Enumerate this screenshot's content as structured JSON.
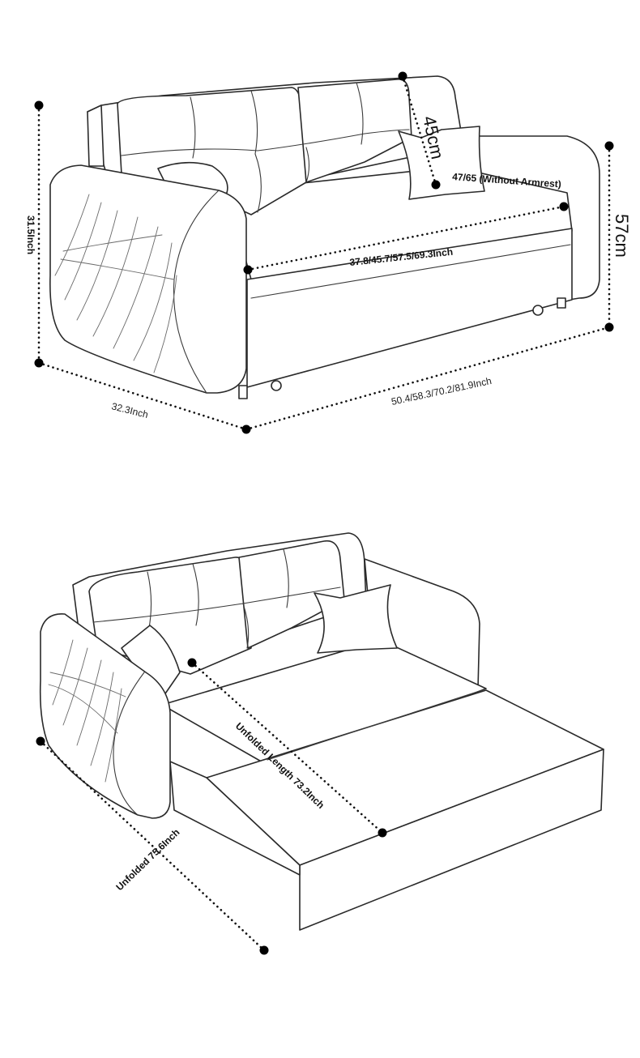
{
  "folded": {
    "height_total": "31.5Inch",
    "back_height": "45cm",
    "seat_depth": "47/65 (Without Armrest)",
    "seat_width": "37.8/45.7/57.5/69.3Inch",
    "seat_height": "57cm",
    "depth": "32.3Inch",
    "overall_width": "50.4/58.3/70.2/81.9Inch"
  },
  "unfolded": {
    "bed_length": "Unfolded Length 73.2Inch",
    "overall_length": "Unfolded 75.6Inch"
  }
}
